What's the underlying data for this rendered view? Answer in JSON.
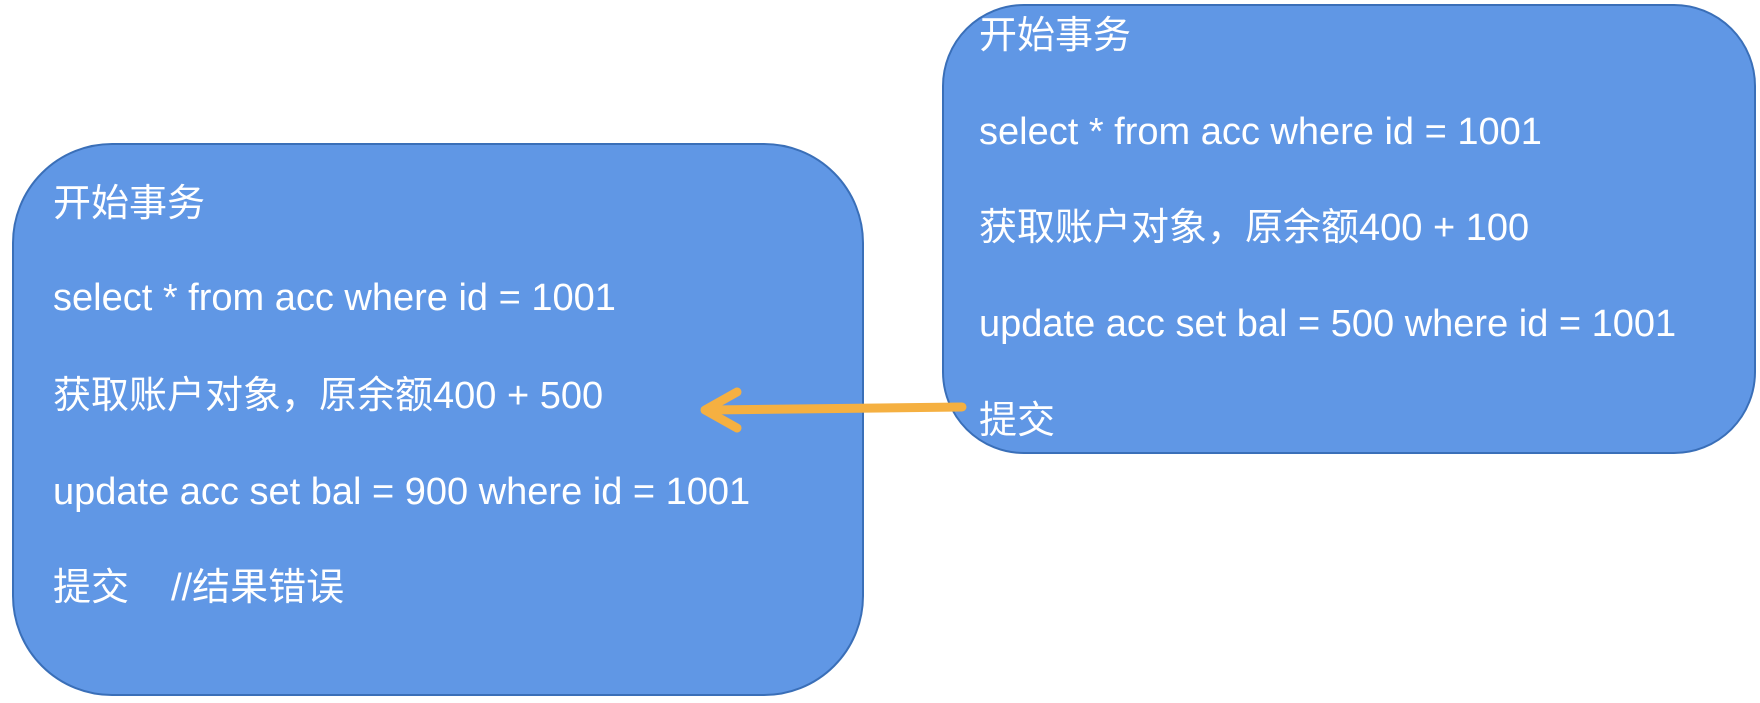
{
  "left_box": {
    "lines": [
      "开始事务",
      "select * from acc where id = 1001",
      "获取账户对象，原余额400 + 500",
      "update acc set bal = 900 where id = 1001",
      "提交"
    ],
    "comment": "//结果错误"
  },
  "right_box": {
    "lines": [
      "开始事务",
      "select * from acc where id = 1001",
      "获取账户对象，原余额400 + 100",
      "update acc set bal = 500 where id = 1001",
      "提交"
    ]
  },
  "colors": {
    "box_fill": "#6097e5",
    "box_border": "#3a6fb8",
    "text": "#ffffff",
    "arrow": "#f5b041"
  },
  "icons": {
    "arrow": "arrow-left-icon"
  }
}
